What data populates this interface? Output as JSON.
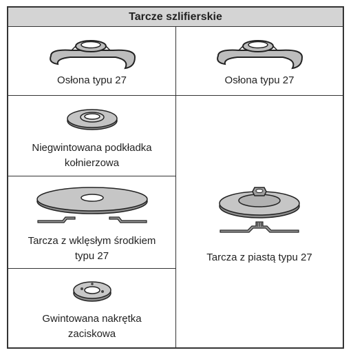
{
  "table": {
    "header": "Tarcze szlifierskie",
    "cells": {
      "guard_left": "Osłona typu 27",
      "guard_right": "Osłona typu 27",
      "flange_washer_line1": "Niegwintowana podkładka",
      "flange_washer_line2": "kołnierzowa",
      "depressed_wheel_line1": "Tarcza z wklęsłym środkiem",
      "depressed_wheel_line2": "typu 27",
      "hub_wheel": "Tarcza z piastą typu 27",
      "clamp_nut_line1": "Gwintowana nakrętka",
      "clamp_nut_line2": "zaciskowa"
    }
  },
  "icons": {
    "guard": "guard-icon",
    "flange_washer": "flange-washer-icon",
    "depressed_wheel": "depressed-center-wheel-icon",
    "hub_wheel": "hubbed-wheel-icon",
    "clamp_nut": "threaded-clamp-nut-icon"
  },
  "colors": {
    "header_bg": "#d4d4d4",
    "border": "#333333",
    "part_fill": "#bdbdbd"
  }
}
